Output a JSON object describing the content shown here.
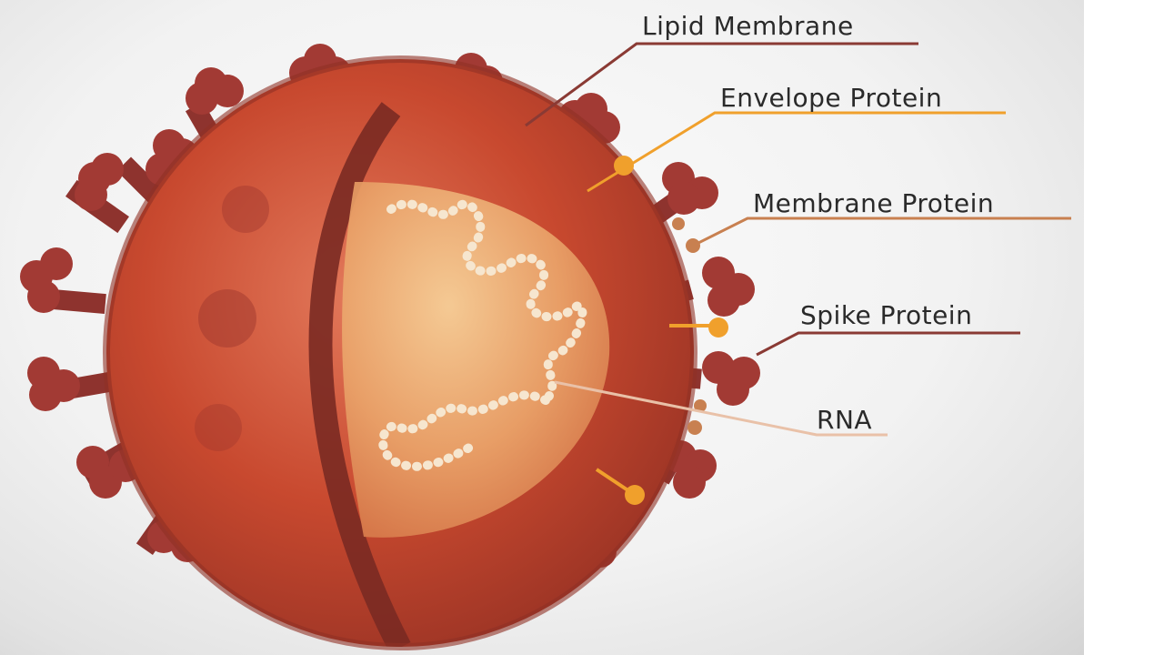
{
  "diagram": {
    "labels": {
      "lipid_membrane": "Lipid Membrane",
      "envelope_protein": "Envelope Protein",
      "membrane_protein": "Membrane Protein",
      "spike_protein": "Spike Protein",
      "rna": "RNA"
    },
    "colors": {
      "virus_body": "#c2462f",
      "virus_dark": "#7a2a22",
      "spike": "#9e3a34",
      "envelope_leader": "#f0a02c",
      "lipid_leader": "#8a3a34",
      "membrane_leader": "#c88050",
      "rna_beads": "#f6e6cf",
      "core": "#e9a66a"
    }
  }
}
